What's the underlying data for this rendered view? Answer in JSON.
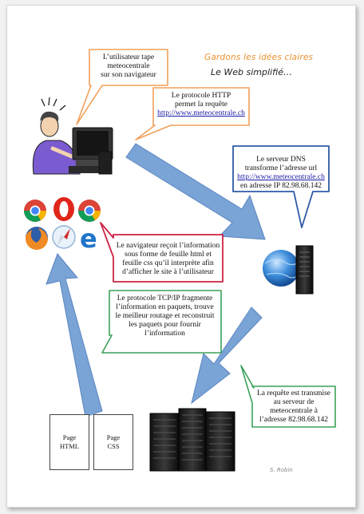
{
  "header": {
    "line1": "Gardons les idées claires",
    "line2": "Le Web simplifié…"
  },
  "bubbles": {
    "user": [
      "L’utilisateur tape",
      "meteocentrale",
      "sur son navigateur"
    ],
    "http": {
      "line1": "Le protocole HTTP",
      "line2": "permet la requête",
      "url": "http://www.meteocentrale.ch"
    },
    "dns": {
      "line1": "Le serveur DNS",
      "line2": "transforme l’adresse url",
      "url": "http://www.meteocentrale.ch",
      "line4": "en adresse IP 82.98.68.142"
    },
    "browser": [
      "Le navigateur reçoit l’information",
      "sous forme de feuille html et",
      "feuille css qu’il interprète afin",
      "d’afficher le site à l’utilisateur"
    ],
    "tcpip": [
      "Le protocole TCP/IP fragmente",
      "l’information en paquets, trouve",
      "le meilleur routage et reconstruit",
      "les paquets pour fournir",
      "l’information"
    ],
    "request": [
      "La requête est transmise",
      "au serveur de",
      "meteocentrale à",
      "l’adresse 82.98.68.142"
    ]
  },
  "pages": {
    "html": [
      "Page",
      "HTML"
    ],
    "css": [
      "Page",
      "CSS"
    ]
  },
  "signature": "S. Robin",
  "colors": {
    "orange": "#f0a05a",
    "blue": "#2f5aa6",
    "red": "#cc2244",
    "green": "#3aa15a",
    "arrow": "#7aa3d6",
    "title_orange": "#e8912e"
  },
  "icons": [
    "user-computer-icon",
    "chrome-icon",
    "opera-icon",
    "chrome-icon",
    "firefox-icon",
    "safari-icon",
    "ie-icon",
    "globe-server-icon",
    "server-rack-icon"
  ]
}
